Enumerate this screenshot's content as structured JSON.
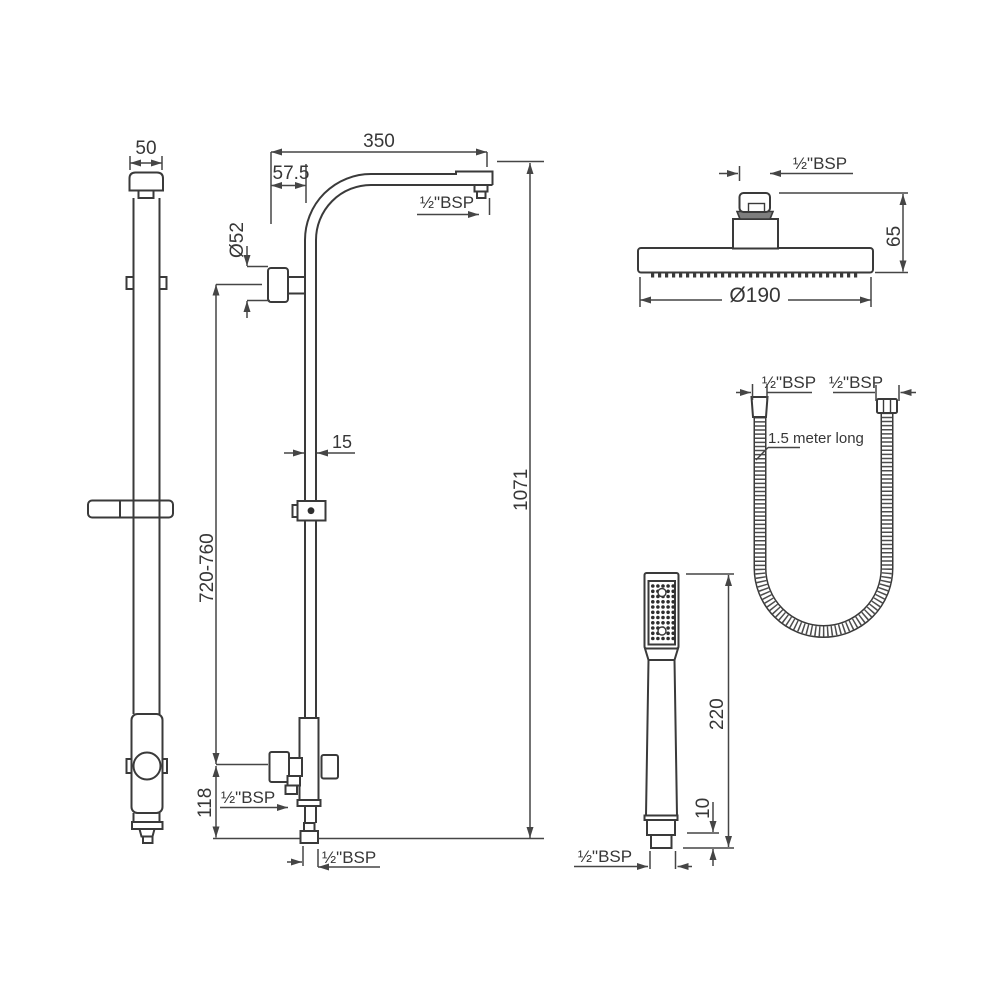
{
  "column_side": {
    "depth": "50"
  },
  "column_front": {
    "arm_reach": "350",
    "arm_offset": "57.5",
    "flange_diameter": "Ø52",
    "pipe_width": "15",
    "overall_height": "1071",
    "adjust_range": "720-760",
    "outlet_spacing": "118",
    "top_outlet_thread": "½\"BSP",
    "hose_outlet_thread": "½\"BSP",
    "inlet_thread": "½\"BSP"
  },
  "overhead_shower": {
    "inlet_thread": "½\"BSP",
    "height": "65",
    "diameter": "Ø190"
  },
  "hose": {
    "left_thread": "½\"BSP",
    "right_thread": "½\"BSP",
    "note": "1.5 meter long"
  },
  "hand_shower": {
    "length": "220",
    "thread_length": "10",
    "inlet_thread": "½\"BSP"
  },
  "colors": {
    "line": "#3a3a3a",
    "dimension": "#454545",
    "text": "#373737",
    "shade": "#7e7e7e",
    "background": "#ffffff"
  }
}
